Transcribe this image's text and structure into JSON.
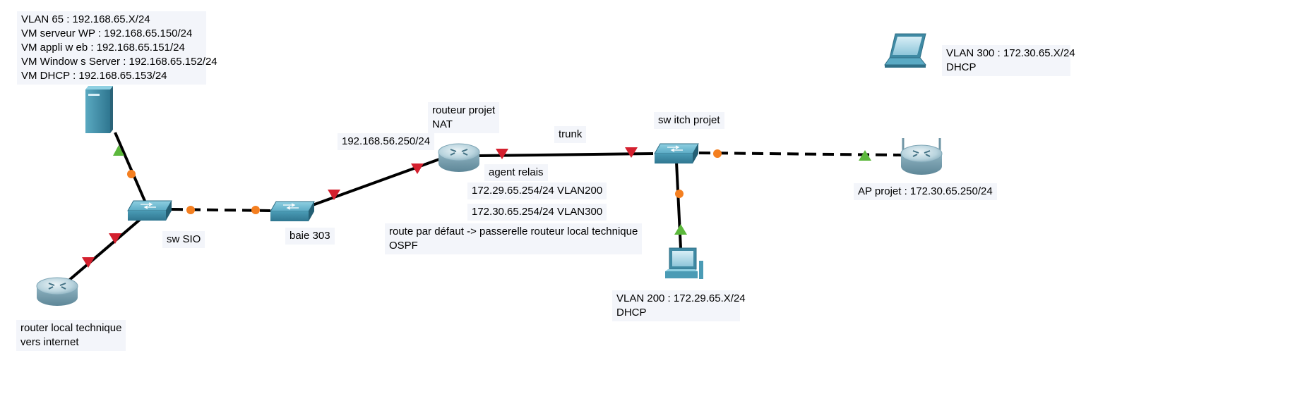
{
  "colors": {
    "link": "#000000",
    "port_down": "#d4202e",
    "port_up": "#5cb83c",
    "port_pending": "#f47f20",
    "device_body": "#4a9bb5",
    "device_dark": "#2f6f86",
    "label_bg": "#f3f5fa"
  },
  "labels": {
    "vlan65": [
      "VLAN 65 : 192.168.65.X/24",
      "VM serveur WP : 192.168.65.150/24",
      "VM appli w eb : 192.168.65.151/24",
      "VM Window s  Server : 192.168.65.152/24",
      "VM DHCP : 192.168.65.153/24"
    ],
    "vlan300": [
      "VLAN 300 : 172.30.65.X/24",
      "DHCP"
    ],
    "router_projet": [
      "routeur projet",
      "NAT"
    ],
    "trunk": "trunk",
    "switch_projet": "sw itch projet",
    "ip_56": "192.168.56.250/24",
    "agent_relais": "agent relais",
    "vlan200_gw": "172.29.65.254/24 VLAN200",
    "vlan300_gw": "172.30.65.254/24 VLAN300",
    "route_defaut": [
      "route par défaut -> passerelle routeur local technique",
      "OSPF"
    ],
    "sw_sio": "sw  SIO",
    "baie_303": "baie 303",
    "vlan200": [
      "VLAN 200 : 172.29.65.X/24",
      "DHCP"
    ],
    "ap_projet": "AP projet : 172.30.65.250/24",
    "router_local": [
      "router local technique",
      "vers internet"
    ]
  },
  "devices": [
    {
      "id": "server",
      "type": "server-icon"
    },
    {
      "id": "sw-sio",
      "type": "switch-icon"
    },
    {
      "id": "baie-303",
      "type": "switch-icon"
    },
    {
      "id": "router-local",
      "type": "router-icon"
    },
    {
      "id": "router-projet",
      "type": "router-icon"
    },
    {
      "id": "switch-projet",
      "type": "switch-icon"
    },
    {
      "id": "pc",
      "type": "pc-icon"
    },
    {
      "id": "access-point",
      "type": "access-point-icon"
    },
    {
      "id": "laptop",
      "type": "laptop-icon"
    }
  ]
}
